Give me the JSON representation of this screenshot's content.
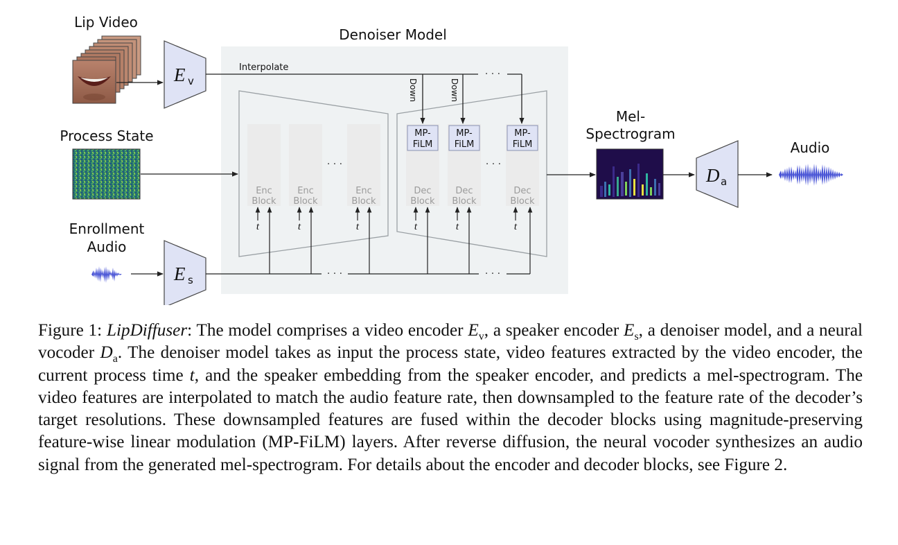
{
  "figure": {
    "labels": {
      "lip_video": "Lip Video",
      "process_state": "Process State",
      "enrollment_line1": "Enrollment",
      "enrollment_line2": "Audio",
      "denoiser_model": "Denoiser Model",
      "interpolate": "Interpolate",
      "down": "Down",
      "mel_line1": "Mel-",
      "mel_line2": "Spectrogram",
      "audio": "Audio",
      "dots": "· · ·"
    },
    "encoders": {
      "video": {
        "symbol": "E",
        "sub": "v"
      },
      "speaker": {
        "symbol": "E",
        "sub": "s"
      },
      "vocoder": {
        "symbol": "D",
        "sub": "a"
      }
    },
    "enc_blocks": [
      {
        "line1": "Enc",
        "line2": "Block",
        "time": "t"
      },
      {
        "line1": "Enc",
        "line2": "Block",
        "time": "t"
      },
      {
        "line1": "Enc",
        "line2": "Block",
        "time": "t"
      }
    ],
    "dec_blocks": [
      {
        "line1": "Dec",
        "line2": "Block",
        "time": "t",
        "film1": "MP-",
        "film2": "FiLM"
      },
      {
        "line1": "Dec",
        "line2": "Block",
        "time": "t",
        "film1": "MP-",
        "film2": "FiLM"
      },
      {
        "line1": "Dec",
        "line2": "Block",
        "time": "t",
        "film1": "MP-",
        "film2": "FiLM"
      }
    ],
    "colors": {
      "encoder_fill": "#dfe3f5",
      "denoiser_bg": "#eff2f3",
      "block_fill": "#ebebeb",
      "film_fill": "#dfe3f5",
      "waveform": "#4a55d6",
      "noise": "#2f8a6a"
    }
  },
  "caption": {
    "figure_label": "Figure 1:",
    "model_name": "LipDiffuser",
    "text_1": ": The model comprises a video encoder ",
    "text_2": ", a speaker encoder ",
    "text_3": ", a denoiser model, and a neural vocoder ",
    "text_4": ". The denoiser model takes as input the process state, video features extracted by the video encoder, the current process time ",
    "time_var": "t",
    "text_5": ", and the speaker embedding from the speaker encoder, and predicts a mel-spectrogram. The video features are interpolated to match the audio feature rate, then downsampled to the feature rate of the decoder’s target resolutions. These downsampled features are fused within the decoder blocks using magnitude-preserving feature-wise linear modulation (MP-FiLM) layers. After reverse diffusion, the neural vocoder synthesizes an audio signal from the generated mel-spectrogram. For details about the encoder and decoder blocks, see Figure 2.",
    "ev_symbol": "E",
    "ev_sub": "v",
    "es_symbol": "E",
    "es_sub": "s",
    "da_symbol": "D",
    "da_sub": "a"
  }
}
